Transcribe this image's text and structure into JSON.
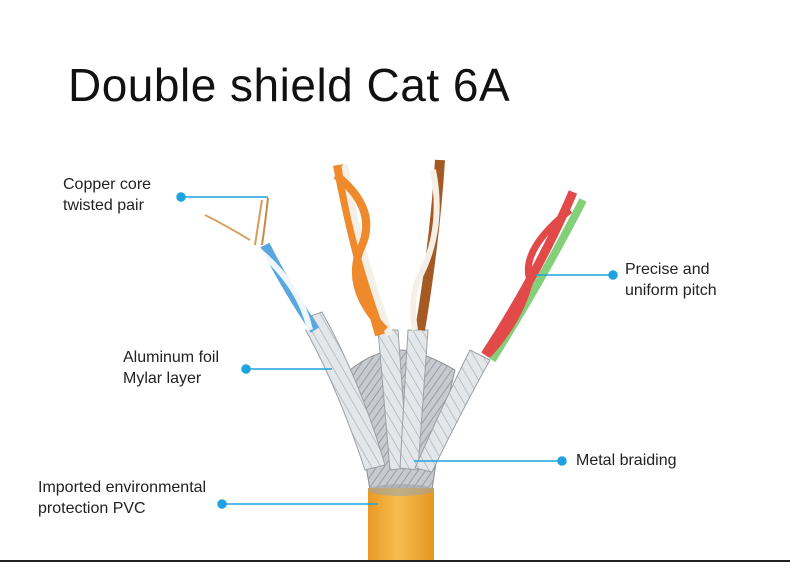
{
  "title": "Double shield Cat 6A",
  "colors": {
    "leader": "#1ea3e0",
    "jacket": "#f5b340",
    "braid": "#b8bcc2",
    "foil": "#d9dde2"
  },
  "callouts": {
    "copper": {
      "line1": "Copper core",
      "line2": "twisted pair"
    },
    "pitch": {
      "line1": "Precise and",
      "line2": "uniform pitch"
    },
    "foil": {
      "line1": "Aluminum foil",
      "line2": "Mylar layer"
    },
    "braid": {
      "line1": "Metal braiding"
    },
    "pvc": {
      "line1": "Imported environmental",
      "line2": "protection PVC"
    }
  }
}
